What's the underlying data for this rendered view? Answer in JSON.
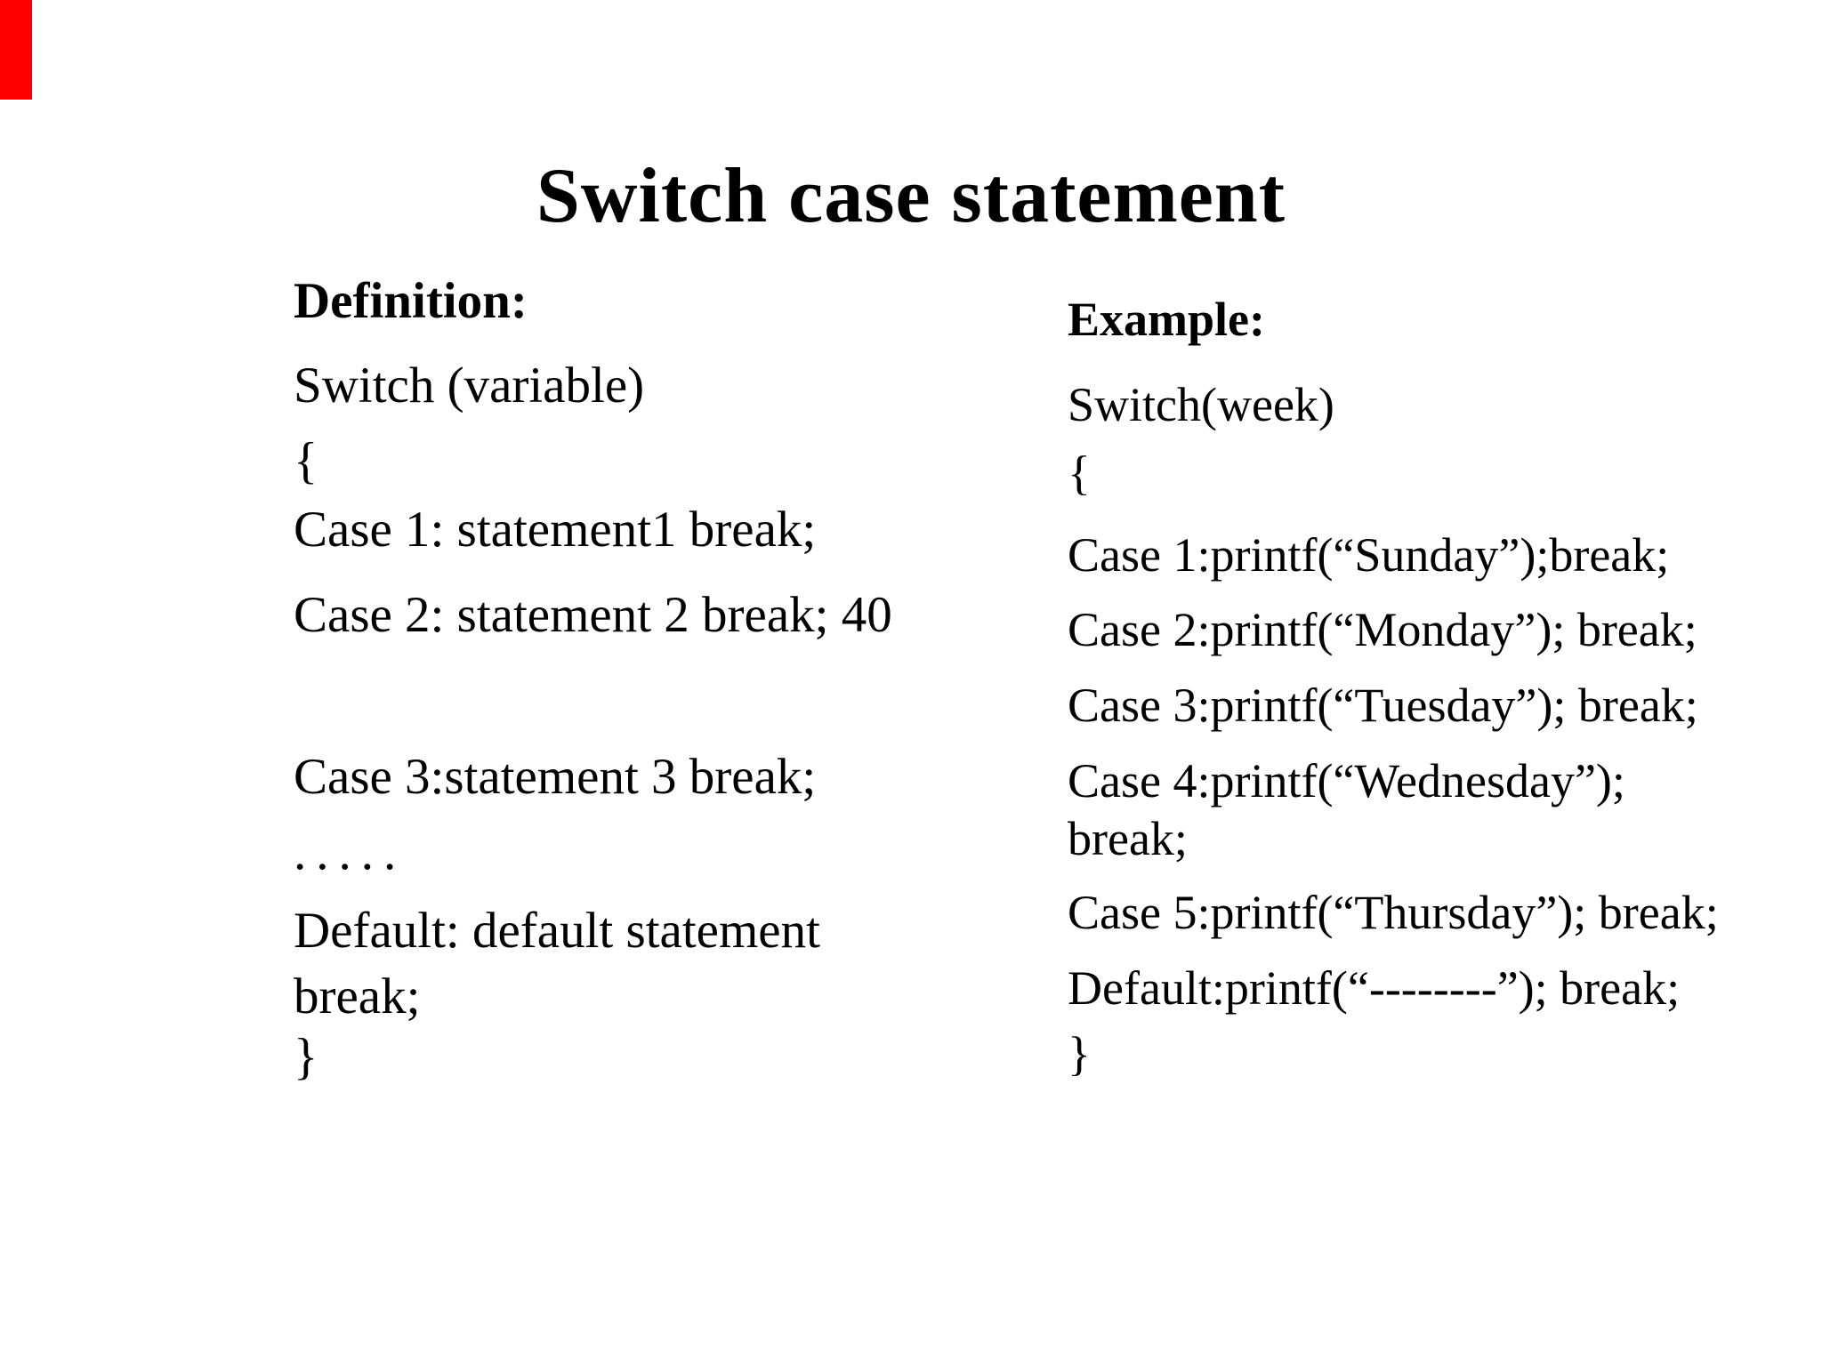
{
  "slide": {
    "title": "Switch case statement",
    "accent_color": "#fe0000",
    "text_color": "#000000",
    "background_color": "#ffffff",
    "definition": {
      "heading": "Definition:",
      "lines": [
        "Switch (variable)",
        "{",
        "Case 1: statement1 break;",
        "Case 2: statement 2 break; 40",
        "Case 3:statement 3 break;",
        ".....",
        "Default: default statement",
        "break;",
        "}"
      ]
    },
    "example": {
      "heading": "Example:",
      "lines": [
        "Switch(week)",
        "{",
        "Case 1:printf(“Sunday”);break;",
        "Case 2:printf(“Monday”); break;",
        "Case 3:printf(“Tuesday”); break;",
        "Case 4:printf(“Wednesday”);",
        "break;",
        "Case 5:printf(“Thursday”); break;",
        "Default:printf(“--------”); break;",
        "}"
      ]
    }
  }
}
